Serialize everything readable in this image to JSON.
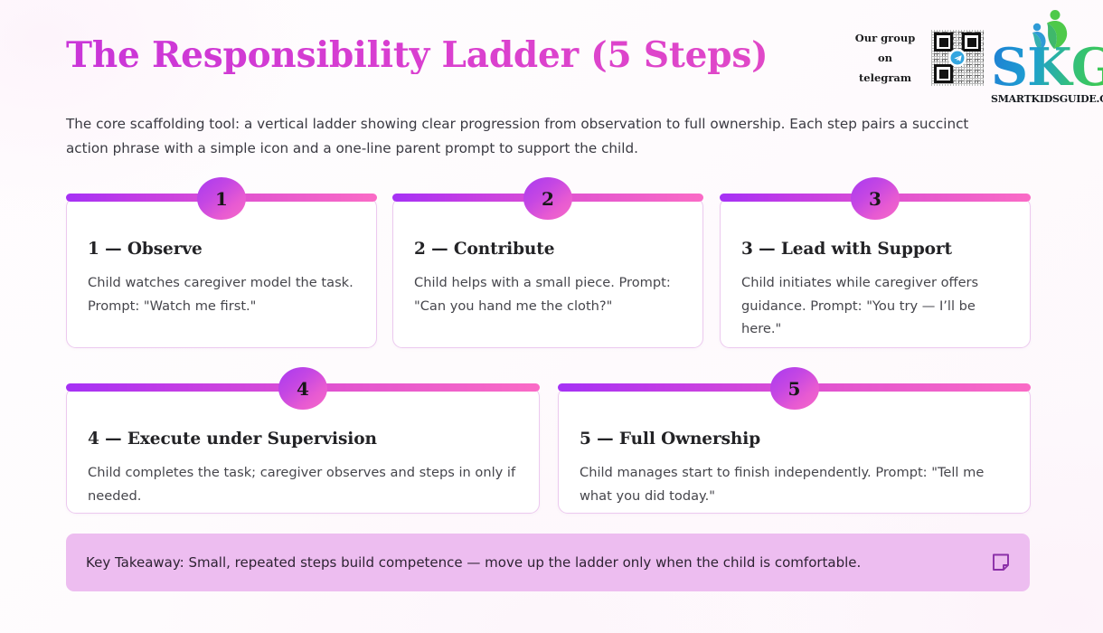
{
  "header": {
    "title": "The Responsibility Ladder (5 Steps)",
    "subtitle": "The core scaffolding tool: a vertical ladder showing clear progression from observation to full ownership. Each step pairs a succinct action phrase with a simple icon and a one-line parent prompt to support the child."
  },
  "brand": {
    "telegram_label_line1": "Our group on",
    "telegram_label_line2": "telegram",
    "qr_icon": "qr-code-icon",
    "telegram_icon": "telegram-icon",
    "logo_text": "SKG",
    "logo_url": "SMARTKIDSGUIDE.COM",
    "logo_icon": "skg-people-logo-icon"
  },
  "steps": [
    {
      "badge": "1",
      "title": "1 — Observe",
      "body": "Child watches caregiver model the task. Prompt: \"Watch me first.\""
    },
    {
      "badge": "2",
      "title": "2 — Contribute",
      "body": "Child helps with a small piece. Prompt: \"Can you hand me the cloth?\""
    },
    {
      "badge": "3",
      "title": "3 — Lead with Support",
      "body": "Child initiates while caregiver offers guidance. Prompt: \"You try — I’ll be here.\""
    },
    {
      "badge": "4",
      "title": "4 — Execute under Supervision",
      "body": "Child completes the task; caregiver observes and steps in only if needed."
    },
    {
      "badge": "5",
      "title": "5 — Full Ownership",
      "body": "Child manages start to finish independently. Prompt: \"Tell me what you did today.\""
    }
  ],
  "takeaway": {
    "text": "Key Takeaway: Small, repeated steps build competence — move up the ladder only when the child is comfortable.",
    "icon": "sticky-note-icon"
  },
  "colors": {
    "title_accent": "#cf39d4",
    "bar_start": "#a531f5",
    "bar_end": "#fa6bc6",
    "card_border": "#ecc9ef",
    "takeaway_bg": "#edbdf0",
    "takeaway_icon": "#8b2fa8",
    "logo_blue": "#1f7fd4",
    "logo_green": "#3ec94f"
  }
}
